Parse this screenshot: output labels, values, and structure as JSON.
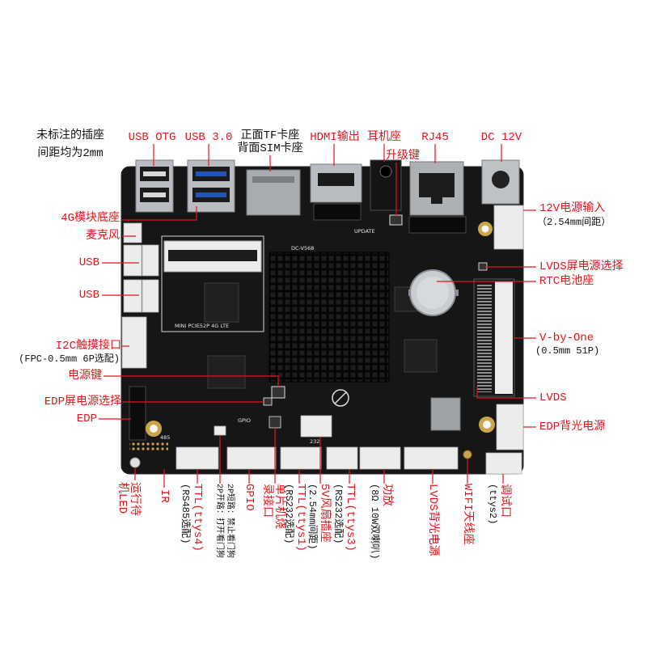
{
  "colors": {
    "label_red": "#e3151a",
    "note_text": "#111111",
    "board": "#161616",
    "callout_line": "#e3151a"
  },
  "note": {
    "line1": "未标注的插座",
    "line2": "间距均为2mm"
  },
  "top": {
    "usb_otg": "USB OTG",
    "usb3": "USB 3.0",
    "tf_card": "正面TF卡座",
    "sim_card": "背面SIM卡座",
    "hdmi": "HDMI输出",
    "earphone": "耳机座",
    "upgrade_key": "升级键",
    "rj45": "RJ45",
    "dc_12v": "DC 12V"
  },
  "right": {
    "power_12v": "12V电源输入",
    "power_12v_pitch": "（2.54mm间距）",
    "lvds_power_select": "LVDS屏电源选择",
    "rtc_battery": "RTC电池座",
    "vbyone": "V-by-One",
    "vbyone_spec": "(0.5mm 51P)",
    "lvds": "LVDS",
    "edp_backlight": "EDP背光电源"
  },
  "left": {
    "module_4g": "4G模块底座",
    "microphone": "麦克风",
    "usb_a": "USB",
    "usb_b": "USB",
    "i2c_touch": "I2C触摸接口",
    "i2c_touch_spec": "(FPC-0.5mm 6P选配)",
    "power_key": "电源键",
    "edp_power_select": "EDP屏电源选择",
    "edp": "EDP"
  },
  "bottom": {
    "run_led": {
      "line1": "运行待",
      "line2": "机LED"
    },
    "ir": "IR",
    "ttl4": {
      "main": "TTL(ttys4)",
      "sub": "(RS485选配)"
    },
    "watchdog": {
      "line1": "2P短路：禁止看门狗",
      "line2": "2P开路：打开看门狗"
    },
    "gpio": "GPIO",
    "mcu_flash": {
      "line1": "单片机烧",
      "line2": "录接口"
    },
    "ttl1": {
      "main": "TTL(ttys1)",
      "sub": "(RS232选配)"
    },
    "fan": {
      "main": "5V风扇插座",
      "sub": "(2.54mm间距)"
    },
    "ttl3": {
      "main": "TTL(ttys3)",
      "sub": "(RS232选配)"
    },
    "amplifier": {
      "main": "功放",
      "sub": "(8Ω 10W双喇叭)"
    },
    "lvds_backlight": "LVDS背光电源",
    "wifi_antenna": "WIFI天线座",
    "debug": {
      "main": "调试口",
      "sub": "(ttys2)"
    }
  },
  "board_silkscreen": {
    "module_label": "MINI PCIE52P 4G LTE",
    "model": "DC-V568",
    "update": "UPDATE",
    "gpio": "GPIO",
    "rs232": "232",
    "rs485": "485"
  }
}
